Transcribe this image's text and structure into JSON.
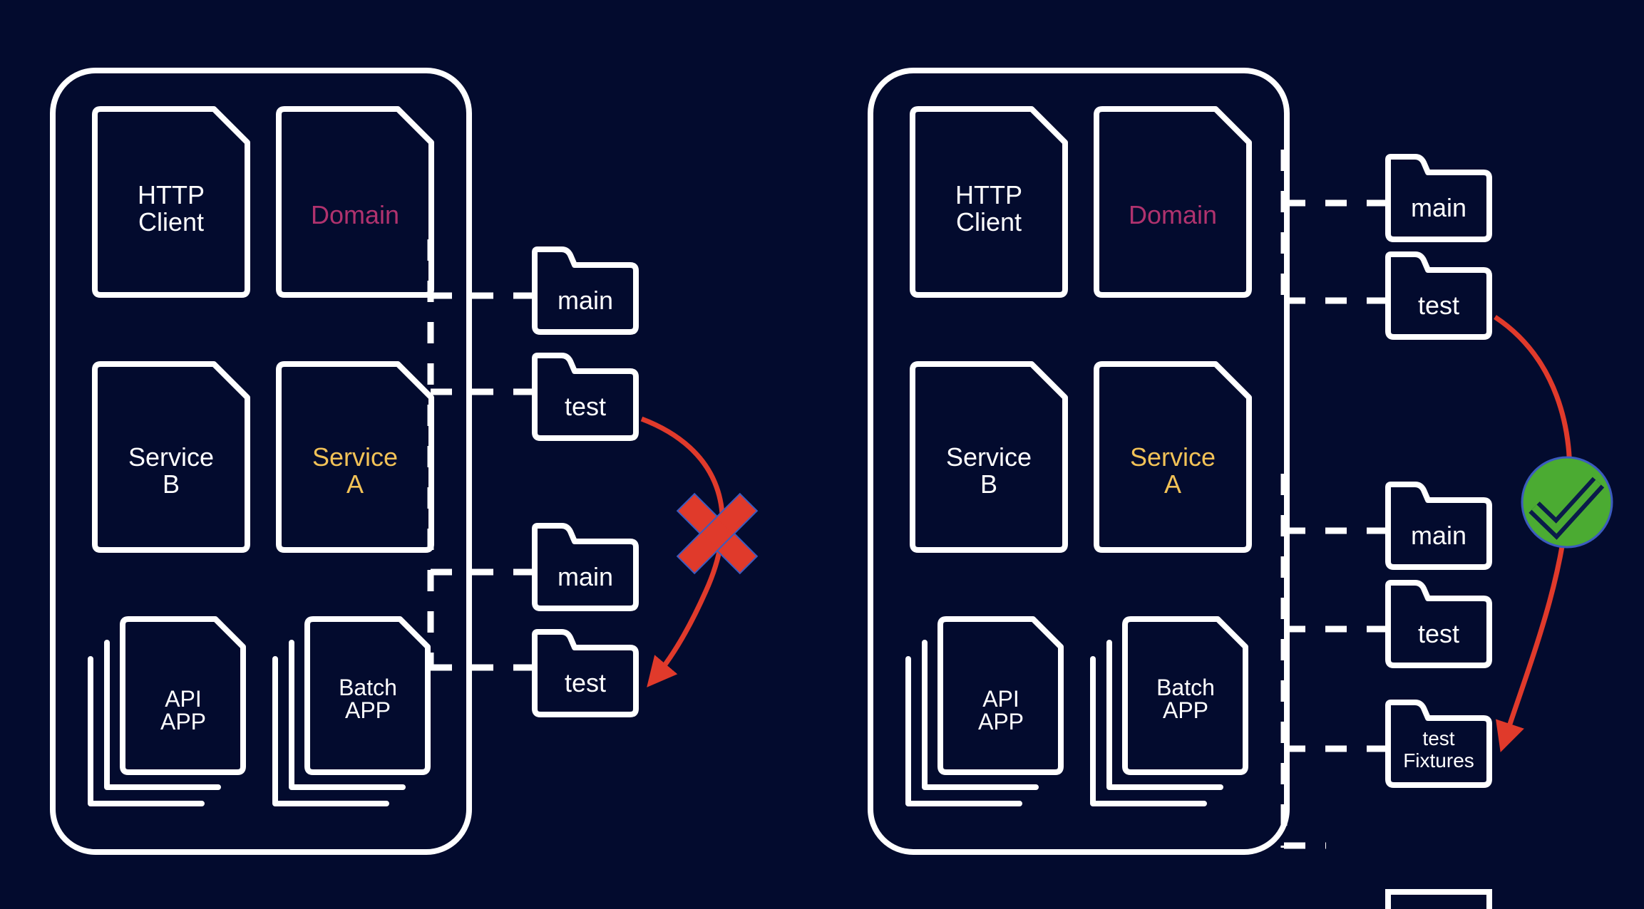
{
  "colors": {
    "background": "#030b2e",
    "line": "#ffffff",
    "domain_text": "#b0326e",
    "service_a_text": "#f2c257",
    "arrow": "#e03a2b",
    "check": "#4bab32"
  },
  "left": {
    "cards": {
      "http_client": [
        "HTTP",
        "Client"
      ],
      "domain": "Domain",
      "service_b": [
        "Service",
        "B"
      ],
      "service_a": [
        "Service",
        "A"
      ],
      "api_app": [
        "API",
        "APP"
      ],
      "batch_app": [
        "Batch",
        "APP"
      ]
    },
    "folders": [
      "main",
      "test",
      "main",
      "test"
    ],
    "status_icon": "x-cross-icon"
  },
  "right": {
    "cards": {
      "http_client": [
        "HTTP",
        "Client"
      ],
      "domain": "Domain",
      "service_b": [
        "Service",
        "B"
      ],
      "service_a": [
        "Service",
        "A"
      ],
      "api_app": [
        "API",
        "APP"
      ],
      "batch_app": [
        "Batch",
        "APP"
      ]
    },
    "folders": [
      "main",
      "test",
      "main",
      "test",
      [
        "test",
        "Fixtures"
      ]
    ],
    "status_icon": "check-circle-icon"
  }
}
